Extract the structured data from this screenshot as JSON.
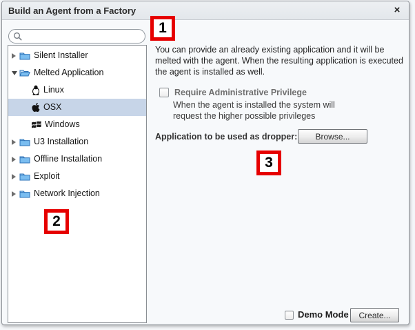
{
  "window": {
    "title": "Build an Agent from a Factory",
    "close_label": "×"
  },
  "sidebar": {
    "search": {
      "value": "",
      "placeholder": ""
    },
    "tree": [
      {
        "label": "Silent Installer",
        "icon": "folder-closed-icon",
        "state": "collapsed",
        "level": 0,
        "selected": false
      },
      {
        "label": "Melted Application",
        "icon": "folder-open-icon",
        "state": "expanded",
        "level": 0,
        "selected": false
      },
      {
        "label": "Linux",
        "icon": "linux-icon",
        "state": "leaf",
        "level": 1,
        "selected": false
      },
      {
        "label": "OSX",
        "icon": "apple-icon",
        "state": "leaf",
        "level": 1,
        "selected": true
      },
      {
        "label": "Windows",
        "icon": "windows-icon",
        "state": "leaf",
        "level": 1,
        "selected": false
      },
      {
        "label": "U3 Installation",
        "icon": "folder-closed-icon",
        "state": "collapsed",
        "level": 0,
        "selected": false
      },
      {
        "label": "Offline Installation",
        "icon": "folder-closed-icon",
        "state": "collapsed",
        "level": 0,
        "selected": false
      },
      {
        "label": "Exploit",
        "icon": "folder-closed-icon",
        "state": "collapsed",
        "level": 0,
        "selected": false
      },
      {
        "label": "Network Injection",
        "icon": "folder-closed-icon",
        "state": "collapsed",
        "level": 0,
        "selected": false
      }
    ]
  },
  "panel": {
    "description_lines": [
      "You can provide an already existing application and it will be",
      "melted with the agent. When the resulting application is executed",
      "the agent is installed as well."
    ],
    "admin_checkbox": {
      "label": "Require Administrative Privilege",
      "checked": false,
      "help_lines": [
        "When the agent is installed the system will",
        "request the higher possible privileges"
      ]
    },
    "dropper": {
      "label": "Application to be used as dropper:",
      "browse_label": "Browse..."
    }
  },
  "footer": {
    "demo_mode_label": "Demo Mode",
    "demo_checked": false,
    "create_label": "Create..."
  },
  "annotations": [
    {
      "number": "1"
    },
    {
      "number": "2"
    },
    {
      "number": "3"
    }
  ],
  "colors": {
    "selection_highlight": "#c7d5e8",
    "annotation_red": "#e60000",
    "folder_blue": "#7abdf0",
    "titlebar_gray": "#e8ebee"
  }
}
